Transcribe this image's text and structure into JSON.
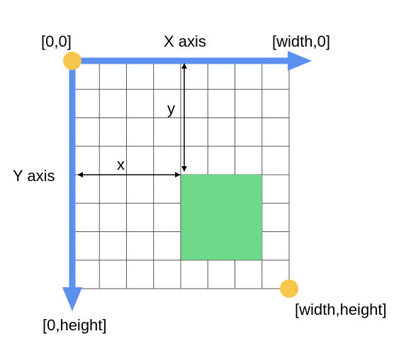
{
  "labels": {
    "origin": "[0,0]",
    "x_axis": "X axis",
    "width_zero": "[width,0]",
    "y_axis": "Y axis",
    "zero_height": "[0,height]",
    "width_height": "[width,height]",
    "x_offset": "x",
    "y_offset": "y"
  },
  "grid": {
    "columns": 8,
    "rows": 8
  },
  "rectangle": {
    "col_start": 4,
    "row_start": 4,
    "col_span": 3,
    "row_span": 3
  },
  "colors": {
    "axis": "#5b8ff0",
    "grid_line": "#555555",
    "rectangle": "#6fd98b",
    "corner_dot": "#f7c64a",
    "dimension_arrow": "#000000"
  }
}
